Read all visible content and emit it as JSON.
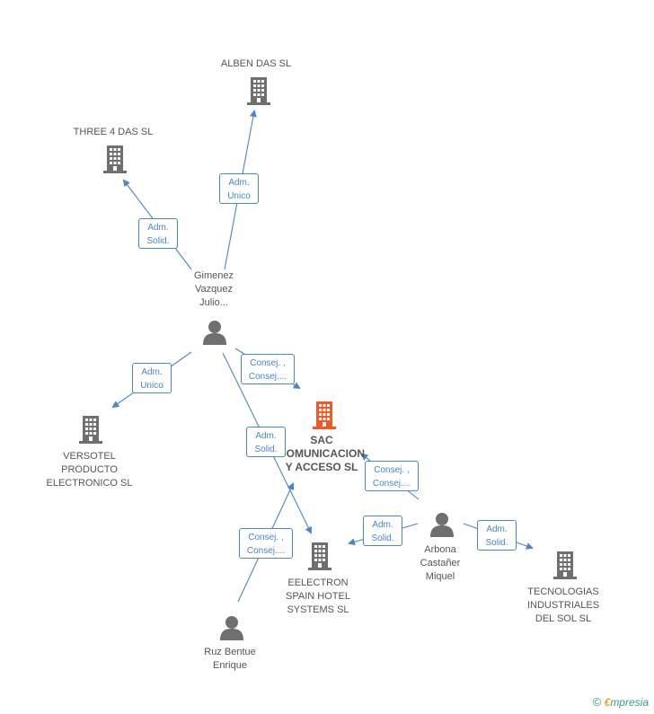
{
  "nodes": {
    "alben": {
      "label": "ALBEN DAS SL",
      "type": "company"
    },
    "three4": {
      "label": "THREE 4 DAS SL",
      "type": "company"
    },
    "gimenez": {
      "label": "Gimenez\nVazquez\nJulio...",
      "type": "person"
    },
    "versotel": {
      "label": "VERSOTEL\nPRODUCTO\nELECTRONICO SL",
      "type": "company"
    },
    "sac": {
      "label": "SAC\nCOMUNICACION\nY ACCESO  SL",
      "type": "company-main"
    },
    "eelectron": {
      "label": "EELECTRON\nSPAIN HOTEL\nSYSTEMS SL",
      "type": "company"
    },
    "arbona": {
      "label": "Arbona\nCastañer\nMiquel",
      "type": "person"
    },
    "tecnologias": {
      "label": "TECNOLOGIAS\nINDUSTRIALES\nDEL SOL  SL",
      "type": "company"
    },
    "ruz": {
      "label": "Ruz Bentue\nEnrique",
      "type": "person"
    }
  },
  "edges": {
    "gim_alben": "Adm.\nUnico",
    "gim_three4": "Adm.\nSolid.",
    "gim_versotel": "Adm.\nUnico",
    "gim_sac": "Consej. ,\nConsej....",
    "gim_eelectron": "Adm.\nSolid.",
    "arb_sac": "Consej. ,\nConsej....",
    "arb_eelectron": "Adm.\nSolid.",
    "arb_tecno": "Adm.\nSolid.",
    "ruz_eelectron": "Consej. ,\nConsej...."
  },
  "footer": {
    "copyright": "©",
    "brand_e": "€",
    "brand_rest": "mpresia"
  },
  "colors": {
    "edge": "#4a86c8",
    "company": "#6f6f6f",
    "main_company": "#f05a28",
    "person": "#6f6f6f"
  }
}
